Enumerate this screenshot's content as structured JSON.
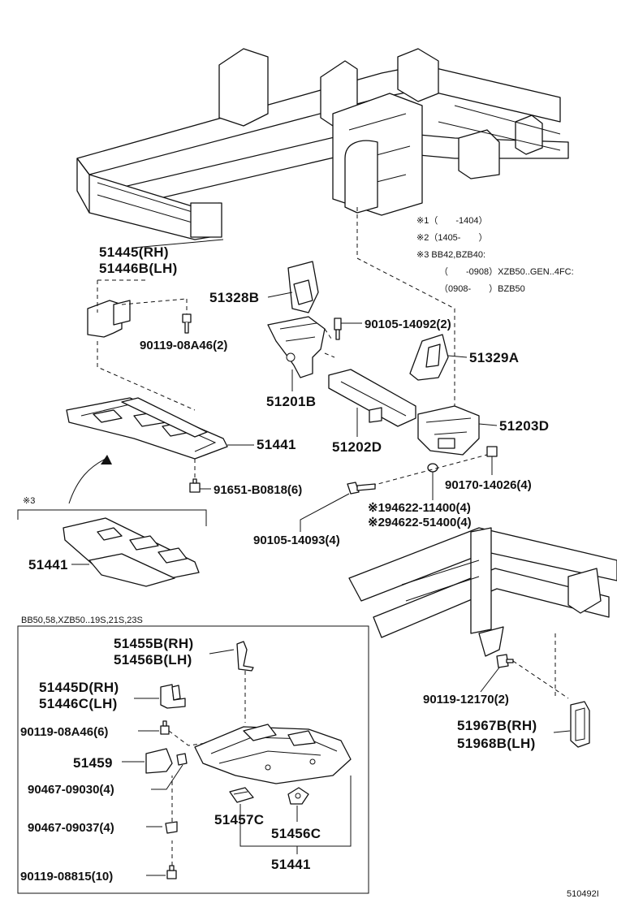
{
  "notes": {
    "n1": "※1（　　-1404）",
    "n2": "※2（1405-　　）",
    "n3": "※3 BB42,BZB40:",
    "n3a": "（　　-0908）XZB50..GEN..4FC:",
    "n3b": "（0908-　　）BZB50"
  },
  "labels": {
    "p51445rh": "51445(RH)",
    "p51446blh": "51446B(LH)",
    "p51328b": "51328B",
    "p90105_14092": "90105-14092(2)",
    "p90119_08a46_2": "90119-08A46(2)",
    "p51329a": "51329A",
    "p51201b": "51201B",
    "p51202d": "51202D",
    "p51203d": "51203D",
    "p51441_a": "51441",
    "p91651": "91651-B0818(6)",
    "p90170": "90170-14026(4)",
    "p94622_11400": "※194622-11400(4)",
    "p94622_51400": "※294622-51400(4)",
    "p90105_14093": "90105-14093(4)",
    "note3_mark": "※3",
    "p51441_b": "51441",
    "variant": "BB50,58,XZB50..19S,21S,23S",
    "p51455b": "51455B(RH)",
    "p51456b": "51456B(LH)",
    "p51445d": "51445D(RH)",
    "p51446c": "51446C(LH)",
    "p90119_08a46_6": "90119-08A46(6)",
    "p51459": "51459",
    "p90467_09030": "90467-09030(4)",
    "p90467_09037": "90467-09037(4)",
    "p90119_08815": "90119-08815(10)",
    "p51457c": "51457C",
    "p51456c": "51456C",
    "p51441_c": "51441",
    "p90119_12170": "90119-12170(2)",
    "p51967b": "51967B(RH)",
    "p51968b": "51968B(LH)",
    "figure_id": "510492I"
  }
}
